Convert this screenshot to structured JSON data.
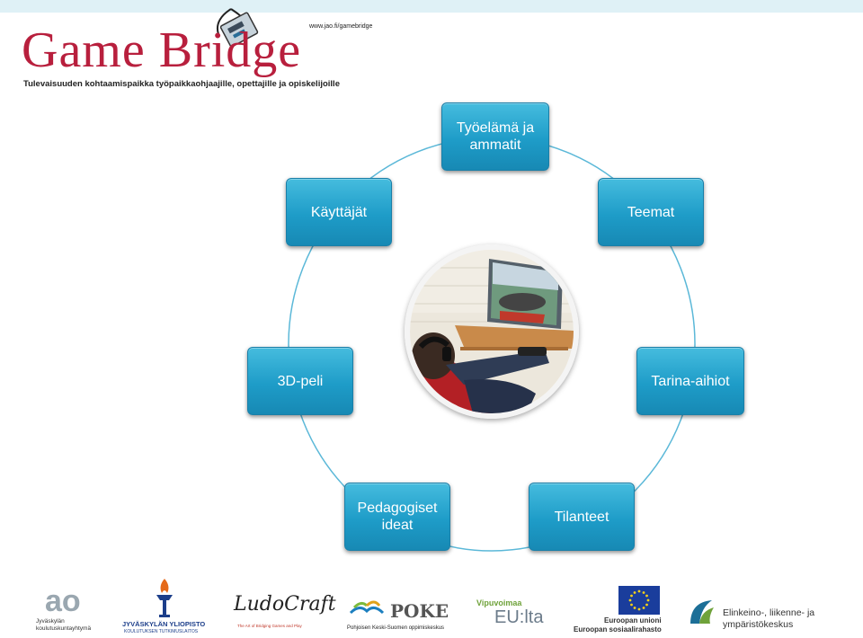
{
  "header": {
    "logo_text": "Game Bridge",
    "url": "www.jao.fi/gamebridge",
    "tagline": "Tulevaisuuden kohtaamispaikka työpaikkaohjaajille, opettajille ja opiskelijoille"
  },
  "diagram": {
    "center_image": "person playing 3D game at computer",
    "nodes": [
      {
        "id": "tyoelama",
        "label": "Työelämä ja\nammatit"
      },
      {
        "id": "teemat",
        "label": "Teemat"
      },
      {
        "id": "tarina",
        "label": "Tarina-aihiot"
      },
      {
        "id": "tilanteet",
        "label": "Tilanteet"
      },
      {
        "id": "pedagogiset",
        "label": "Pedagogiset\nideat"
      },
      {
        "id": "3dpeli",
        "label": "3D-peli"
      },
      {
        "id": "kayttajat",
        "label": "Käyttäjät"
      }
    ]
  },
  "footer": {
    "logos": [
      {
        "name": "ao",
        "text": "ao",
        "sub": "Jyväskylän koulutuskuntayhtymä"
      },
      {
        "name": "jyu",
        "text": "JYVÄSKYLÄN YLIOPISTO",
        "sub": "KOULUTUKSEN TUTKIMUSLAITOS"
      },
      {
        "name": "ludocraft",
        "text": "LudoCraft",
        "sub": "The Art of Bridging Games and Play"
      },
      {
        "name": "poke",
        "text": "POKE",
        "sub": "Pohjoisen Keski-Suomen oppimiskeskus"
      },
      {
        "name": "vipuvoimaa",
        "text": "Vipuvoimaa",
        "sub": "EU:lta"
      },
      {
        "name": "eu",
        "text": "Euroopan unioni",
        "sub": "Euroopan sosiaalirahasto"
      },
      {
        "name": "ely",
        "text": "Elinkeino-, liikenne- ja",
        "sub": "ympäristökeskus"
      }
    ],
    "colors": {
      "brand_red": "#b81f3d",
      "node_blue": "#1e9cc8",
      "eu_blue": "#1a3d9c",
      "eu_star": "#f7d117"
    }
  }
}
